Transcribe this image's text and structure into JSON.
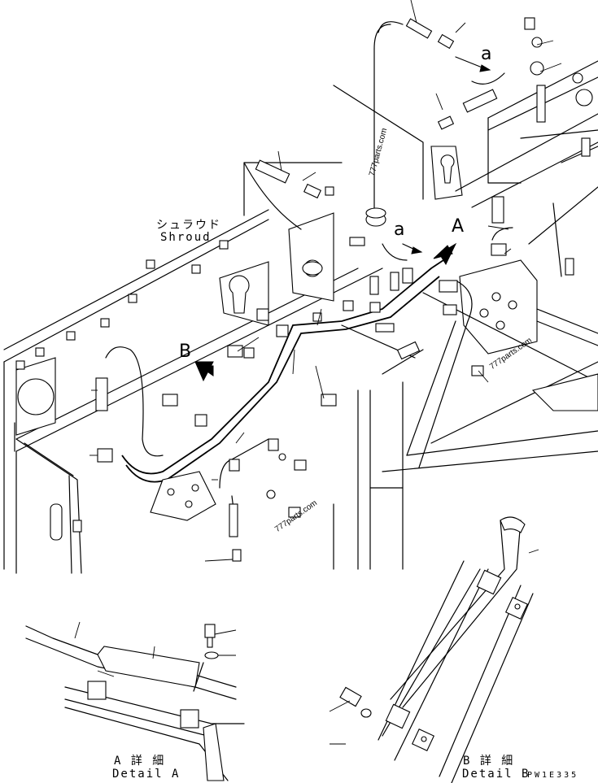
{
  "labels": {
    "shroud_jp": "シュラウド",
    "shroud_en": "Shroud",
    "callout_a_upper": "a",
    "callout_a_lower": "a",
    "callout_A": "A",
    "callout_B": "B",
    "detail_a_jp": "A 詳 細",
    "detail_a_en": "Detail A",
    "detail_b_jp": "B 詳 細",
    "detail_b_en": "Detail B",
    "drawing_code": "PW1E335"
  },
  "watermarks": [
    "777parts.com",
    "777parts.com",
    "777parts.com"
  ]
}
